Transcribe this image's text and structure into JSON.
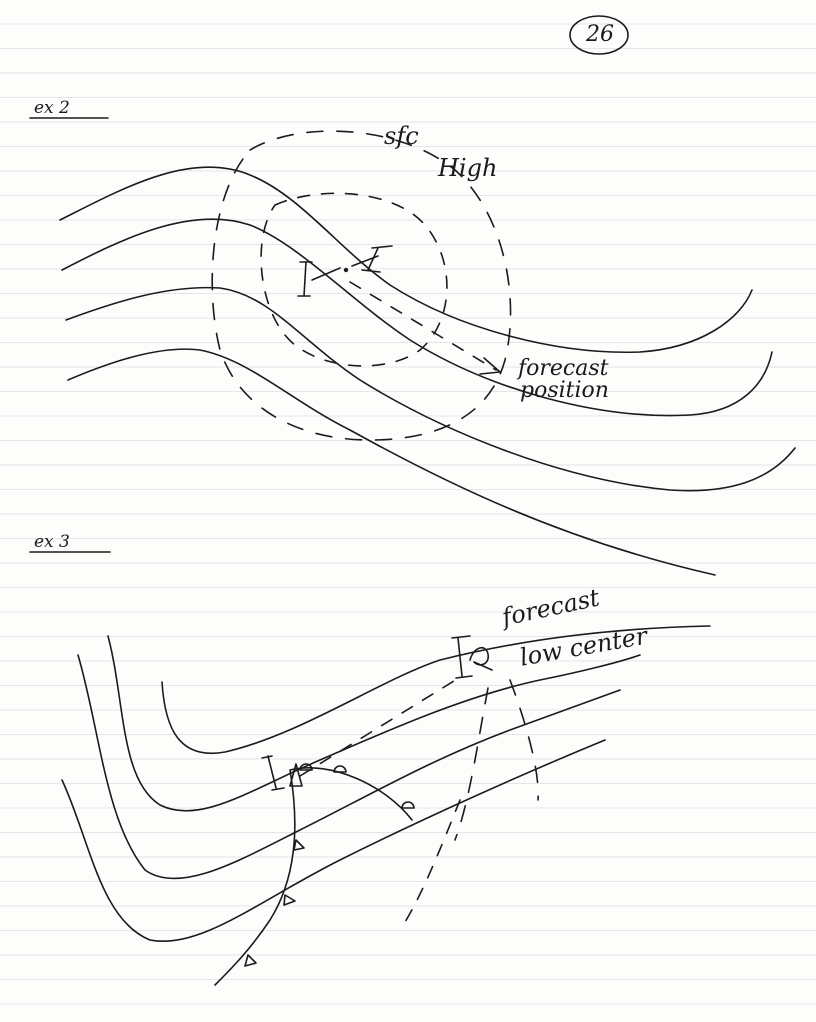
{
  "page_number": "26",
  "example_2": {
    "label": "ex 2",
    "high_label_line1": "sfc",
    "high_label_line2": "High",
    "center_marker": "I",
    "forecast_label_line1": "forecast",
    "forecast_label_line2": "position"
  },
  "example_3": {
    "label": "ex 3",
    "forecast_label_line1": "forecast",
    "forecast_label_line2": "low center"
  }
}
